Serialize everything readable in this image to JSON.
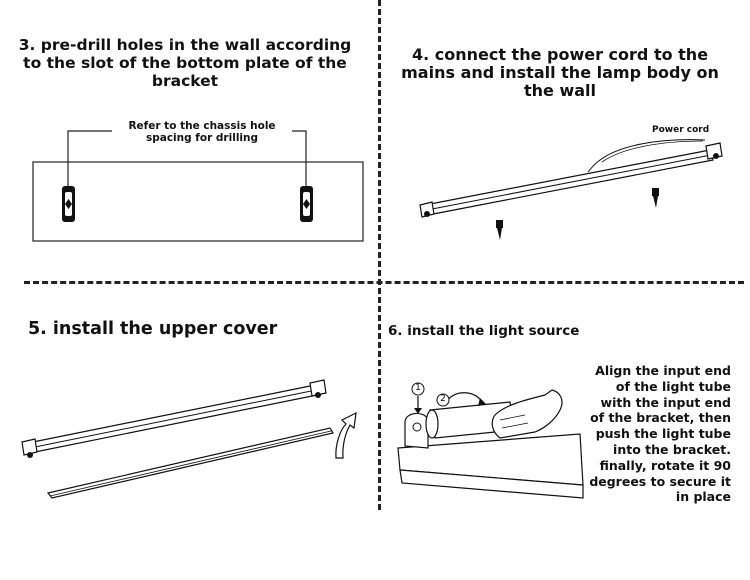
{
  "steps": {
    "step3": {
      "title": "3. pre-drill holes in the wall according to the slot of the bottom plate of the bracket",
      "note": "Refer to the chassis hole spacing for drilling"
    },
    "step4": {
      "title": "4. connect the power cord to the mains and install the lamp body on the wall",
      "callout": "Power cord"
    },
    "step5": {
      "title": "5. install the upper cover"
    },
    "step6": {
      "title": "6. install the light source",
      "instructions": "Align the input end of the light tube with the input end of the bracket, then push the light tube into the bracket. finally, rotate it 90 degrees to secure it in place",
      "markers": [
        "1",
        "2"
      ]
    }
  }
}
